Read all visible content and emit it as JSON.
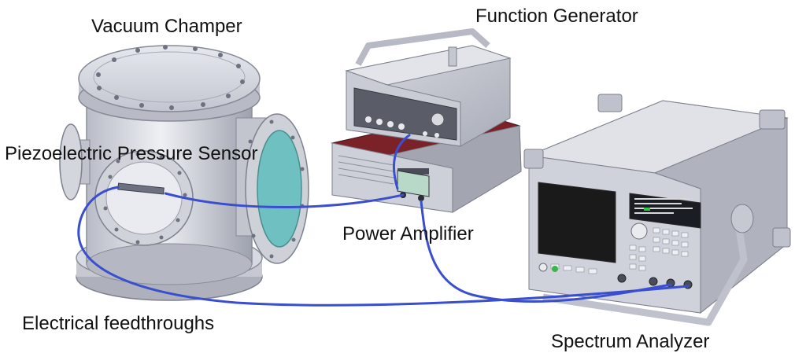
{
  "labels": {
    "vacuum_chamber": "Vacuum Champer",
    "function_generator": "Function Generator",
    "pressure_sensor": "Piezoelectric Pressure Sensor",
    "power_amplifier": "Power Amplifier",
    "feedthroughs": "Electrical feedthroughs",
    "spectrum_analyzer": "Spectrum Analyzer"
  },
  "colors": {
    "metal": "#c9cbd4",
    "metal_dark": "#9fa3b0",
    "cable": "#3a4fd0",
    "amplifier_top": "#7a2228",
    "window_glass": "#6fc0c0",
    "screen": "#1a1a1a"
  }
}
